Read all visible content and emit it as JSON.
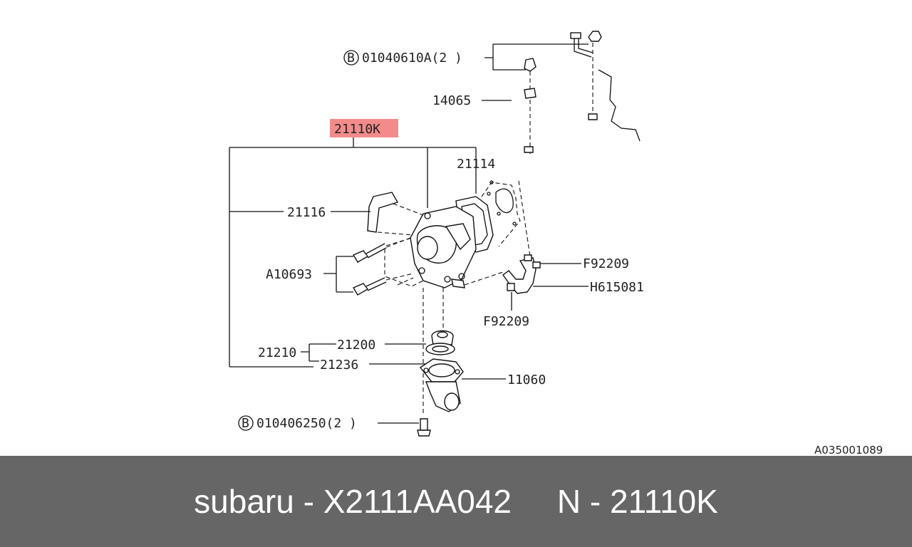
{
  "diagram": {
    "highlight_color": "#f38b8b",
    "labels": {
      "bolt_top": "01040610A(2  )",
      "bolt_top_mark": "B",
      "hose": "14065",
      "pump_assy": "21110K",
      "gasket_21114": "21114",
      "plate_21116": "21116",
      "bolt_a10693": "A10693",
      "clip_right_top": "F92209",
      "hose_right": "H615081",
      "clip_right_bottom": "F92209",
      "seal_21200": "21200",
      "kit_21210": "21210",
      "ring_21236": "21236",
      "housing_11060": "11060",
      "bolt_bottom": "010406250(2  )",
      "bolt_bottom_mark": "B",
      "ref_code": "A035001089"
    }
  },
  "footer": {
    "brand": "subaru",
    "sep1": " - ",
    "part_number": "X2111AA042",
    "gap": "     ",
    "position": "N",
    "sep2": " - ",
    "code": "21110K"
  }
}
